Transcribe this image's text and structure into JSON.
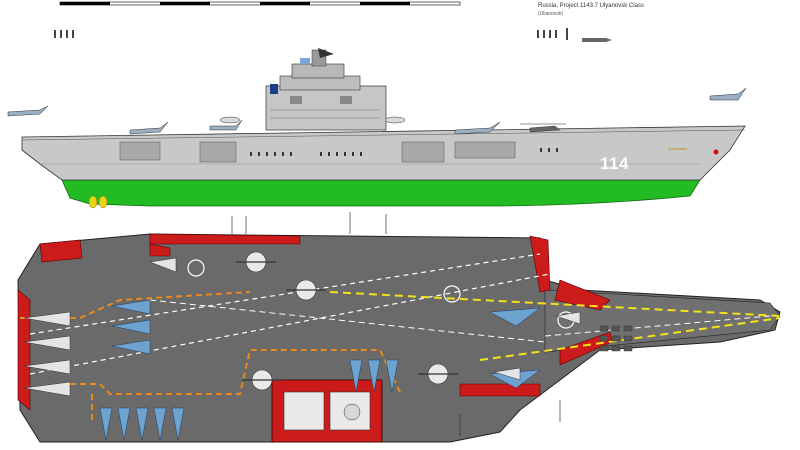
{
  "caption": {
    "title": "Russia, Project 1143.7 Ulyanovsk Class",
    "subtitle": "(Ulianovsk)"
  },
  "scale_bar": {
    "labels": [
      "",
      "",
      "",
      "",
      "",
      ""
    ]
  },
  "hull": {
    "pennant_number": "114",
    "name_text": "Ульяновск"
  },
  "colors": {
    "hull_grey": "#c8c8c8",
    "underwater_green": "#22bb22",
    "deck_grey": "#6a6a6a",
    "deck_red": "#cc1b1b",
    "yellow_line": "#f2e21a",
    "orange_line": "#e88a1c",
    "white_line": "#ffffff",
    "aircraft_blue": "#6fa3cf"
  }
}
